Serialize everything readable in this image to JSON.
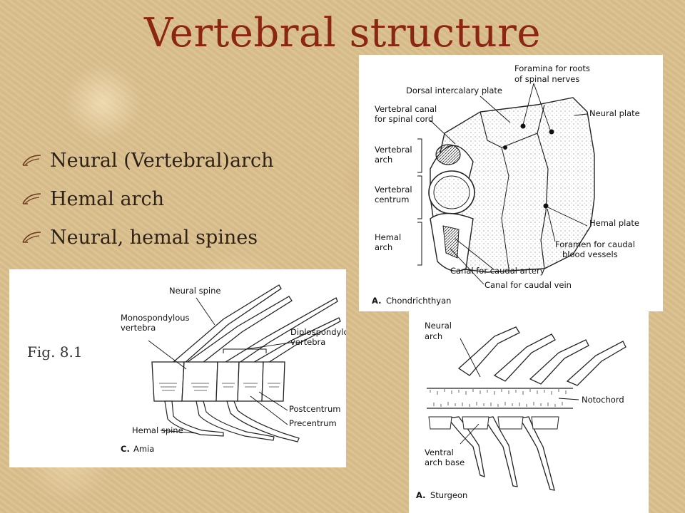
{
  "slide": {
    "title": "Vertebral structure",
    "title_color": "#8b2613",
    "bullet_icon": "quill-bullet-icon",
    "bullets": [
      "Neural (Vertebral)arch",
      "Hemal arch",
      "Neural, hemal spines"
    ],
    "fig_label": "Fig. 8.1"
  },
  "figure_a": {
    "labels": {
      "foramina_1": "Foramina for roots",
      "foramina_2": "of spinal nerves",
      "dorsal": "Dorsal intercalary plate",
      "canal_1": "Vertebral canal",
      "canal_2": "for spinal cord",
      "neural_plate": "Neural plate",
      "arch_1": "Vertebral",
      "arch_2": "arch",
      "centrum_1": "Vertebral",
      "centrum_2": "centrum",
      "hemal_arch_1": "Hemal",
      "hemal_arch_2": "arch",
      "hemal_plate": "Hemal plate",
      "foramen_1": "Foramen for caudal",
      "foramen_2": "blood vessels",
      "artery": "Canal for caudal artery",
      "vein": "Canal for caudal vein",
      "caption_letter": "A.",
      "caption": "Chondrichthyan"
    }
  },
  "figure_b": {
    "labels": {
      "neural_1": "Neural",
      "neural_2": "arch",
      "notochord": "Notochord",
      "ventral_1": "Ventral",
      "ventral_2": "arch base",
      "caption_letter": "A.",
      "caption": "Sturgeon"
    }
  },
  "figure_c": {
    "labels": {
      "neural_spine": "Neural spine",
      "mono_1": "Monospondylous",
      "mono_2": "vertebra",
      "diplo_1": "Diplospondylo",
      "diplo_2": "vertebra",
      "postcentrum": "Postcentrum",
      "precentrum": "Precentrum",
      "hemal_spine": "Hemal spine",
      "caption_letter": "C.",
      "caption": "Amia"
    }
  }
}
